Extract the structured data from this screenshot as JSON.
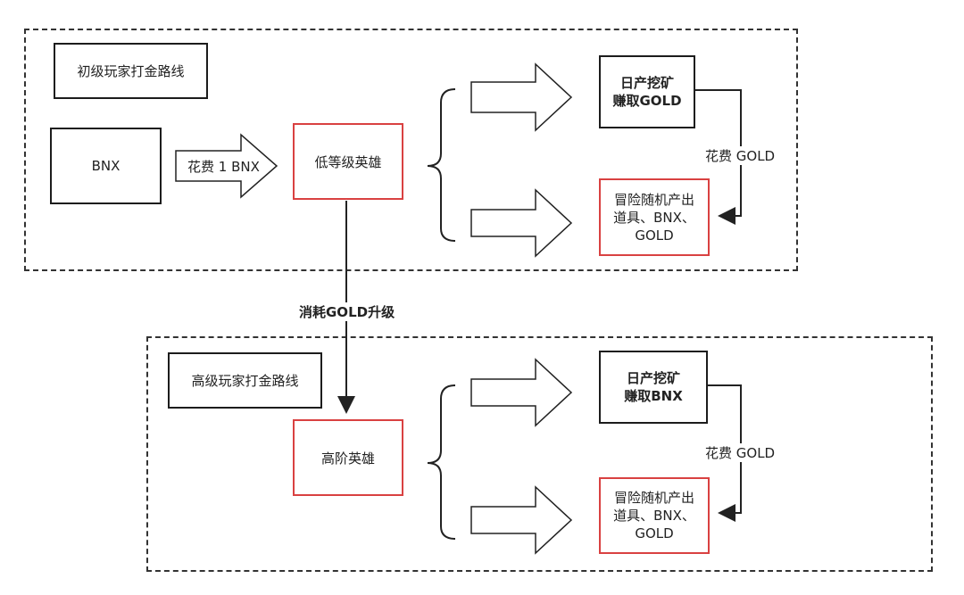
{
  "beginner": {
    "route_title": "初级玩家打金路线",
    "bnx_box": "BNX",
    "spend_label": "花费 1 BNX",
    "low_hero": "低等级英雄",
    "mining": {
      "line1": "日产挖矿",
      "line2": "赚取GOLD"
    },
    "spend_gold": "花费 GOLD",
    "adventure": {
      "line1": "冒险随机产出",
      "line2": "道具、BNX、",
      "line3": "GOLD"
    }
  },
  "upgrade_label": "消耗GOLD升级",
  "advanced": {
    "route_title": "高级玩家打金路线",
    "high_hero": "高阶英雄",
    "mining": {
      "line1": "日产挖矿",
      "line2": "赚取BNX"
    },
    "spend_gold": "花费 GOLD",
    "adventure": {
      "line1": "冒险随机产出",
      "line2": "道具、BNX、",
      "line3": "GOLD"
    }
  }
}
